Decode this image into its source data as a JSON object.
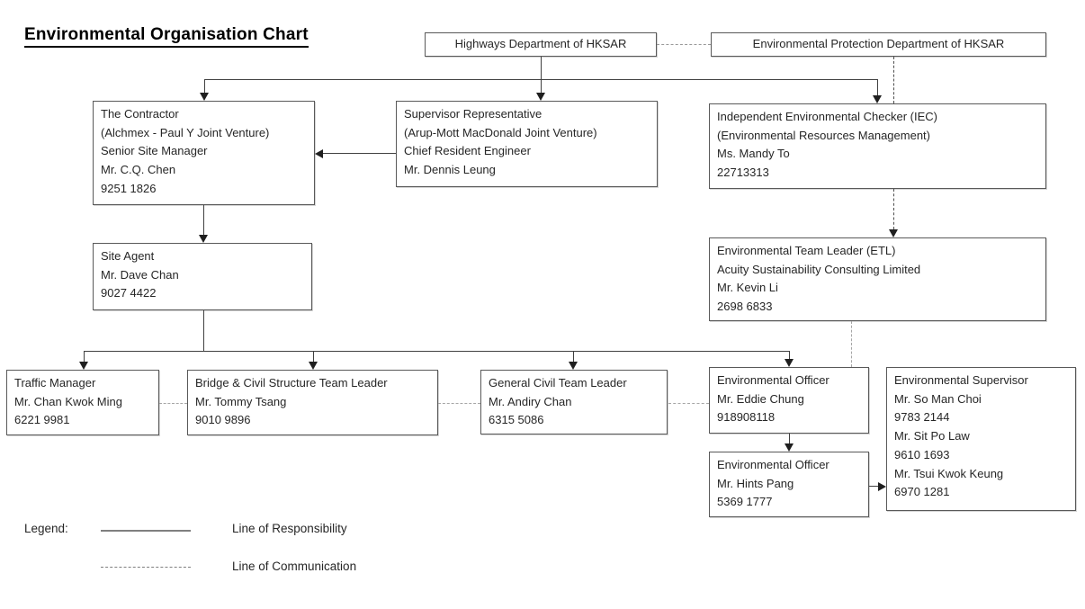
{
  "title": "Environmental Organisation Chart",
  "nodes": {
    "highways": {
      "lines": [
        "Highways Department of HKSAR"
      ]
    },
    "epd": {
      "lines": [
        "Environmental Protection Department of HKSAR"
      ]
    },
    "contractor": {
      "lines": [
        "The Contractor",
        "(Alchmex - Paul Y Joint Venture)",
        "Senior Site Manager",
        "Mr. C.Q. Chen",
        "9251 1826"
      ]
    },
    "supervisor_rep": {
      "lines": [
        "Supervisor Representative",
        "(Arup-Mott MacDonald Joint Venture)",
        "Chief Resident Engineer",
        "Mr. Dennis Leung"
      ]
    },
    "iec": {
      "lines": [
        "Independent Environmental Checker (IEC)",
        "(Environmental Resources Management)",
        "Ms. Mandy To",
        "22713313"
      ]
    },
    "site_agent": {
      "lines": [
        "Site Agent",
        "Mr. Dave Chan",
        "9027 4422"
      ]
    },
    "etl": {
      "lines": [
        "Environmental Team Leader (ETL)",
        "Acuity Sustainability Consulting Limited",
        "Mr. Kevin Li",
        "2698 6833"
      ]
    },
    "traffic_manager": {
      "lines": [
        "Traffic Manager",
        "Mr. Chan Kwok Ming",
        "6221 9981"
      ]
    },
    "bridge_leader": {
      "lines": [
        "Bridge & Civil Structure Team Leader",
        "Mr. Tommy Tsang",
        "9010 9896"
      ]
    },
    "general_leader": {
      "lines": [
        "General Civil Team Leader",
        "Mr. Andiry Chan",
        "6315 5086"
      ]
    },
    "env_officer_1": {
      "lines": [
        "Environmental Officer",
        "Mr. Eddie Chung",
        "918908118"
      ]
    },
    "env_supervisor": {
      "lines": [
        "Environmental Supervisor",
        "Mr. So Man Choi",
        "9783 2144",
        "Mr. Sit Po Law",
        "9610 1693",
        "Mr. Tsui Kwok Keung",
        "6970 1281"
      ]
    },
    "env_officer_2": {
      "lines": [
        "Environmental Officer",
        "Mr. Hints Pang",
        "5369 1777"
      ]
    }
  },
  "edges": [
    {
      "from": "highways",
      "to": "contractor",
      "type": "responsibility"
    },
    {
      "from": "highways",
      "to": "supervisor_rep",
      "type": "responsibility"
    },
    {
      "from": "highways",
      "to": "iec",
      "type": "responsibility"
    },
    {
      "from": "highways",
      "to": "epd",
      "type": "communication"
    },
    {
      "from": "epd",
      "to": "iec",
      "type": "communication"
    },
    {
      "from": "supervisor_rep",
      "to": "contractor",
      "type": "responsibility"
    },
    {
      "from": "contractor",
      "to": "site_agent",
      "type": "responsibility"
    },
    {
      "from": "site_agent",
      "to": "traffic_manager",
      "type": "responsibility"
    },
    {
      "from": "site_agent",
      "to": "bridge_leader",
      "type": "responsibility"
    },
    {
      "from": "site_agent",
      "to": "general_leader",
      "type": "responsibility"
    },
    {
      "from": "site_agent",
      "to": "env_officer_1",
      "type": "responsibility"
    },
    {
      "from": "iec",
      "to": "etl",
      "type": "communication"
    },
    {
      "from": "etl",
      "to": "env_officer_1",
      "type": "communication"
    },
    {
      "from": "traffic_manager",
      "to": "bridge_leader",
      "type": "communication"
    },
    {
      "from": "bridge_leader",
      "to": "general_leader",
      "type": "communication"
    },
    {
      "from": "general_leader",
      "to": "env_officer_1",
      "type": "communication"
    },
    {
      "from": "env_officer_1",
      "to": "env_officer_2",
      "type": "responsibility"
    },
    {
      "from": "env_officer_2",
      "to": "env_supervisor",
      "type": "responsibility"
    }
  ],
  "legend": {
    "label": "Legend:",
    "responsibility": "Line of Responsibility",
    "communication": "Line of Communication"
  },
  "colors": {
    "line_responsibility": "#404040",
    "line_communication": "#a6a6a6",
    "box_border": "#595959",
    "text": "#262626"
  }
}
